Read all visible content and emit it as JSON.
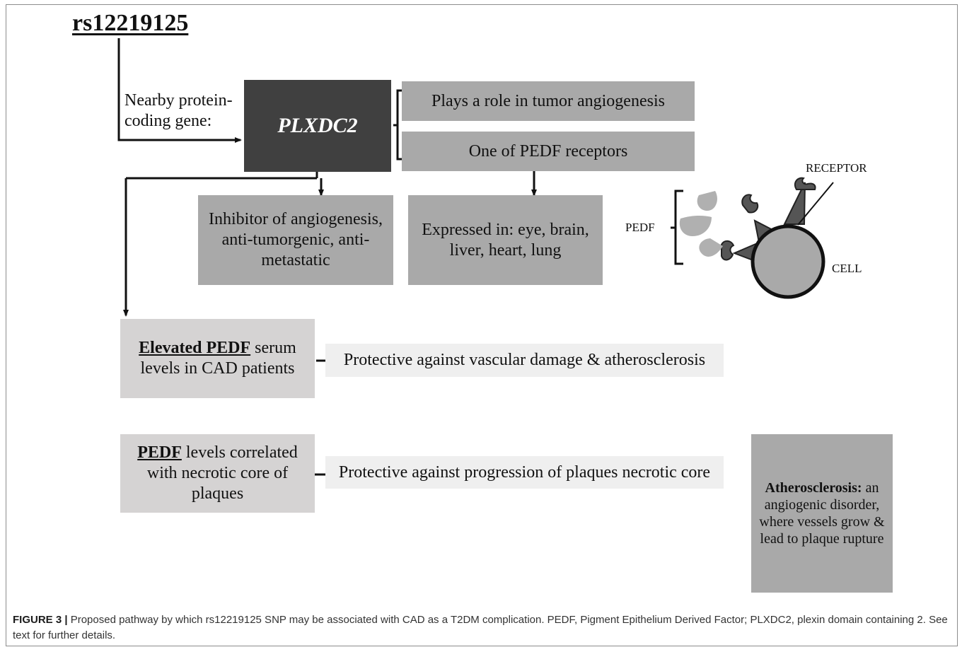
{
  "title": "rs12219125",
  "nearby_label": "Nearby protein-coding gene:",
  "gene": "PLXDC2",
  "gene_roles": [
    "Plays a role in tumor angiogenesis",
    "One of PEDF receptors"
  ],
  "pedf_effects": [
    "Inhibitor of angiogenesis, anti-tumorgenic, anti-metastatic",
    "Expressed in: eye, brain, liver, heart, lung"
  ],
  "schematic": {
    "receptor_label": "RECEPTOR",
    "pedf_label": "PEDF",
    "cell_label": "CELL"
  },
  "findings": [
    {
      "highlight": "Elevated PEDF",
      "rest": " serum levels in CAD patients",
      "outcome": "Protective against vascular damage & atherosclerosis"
    },
    {
      "highlight": "PEDF",
      "rest": " levels correlated with necrotic core of plaques",
      "outcome": "Protective against progression of plaques necrotic core"
    }
  ],
  "atherosclerosis": {
    "term": "Atherosclerosis:",
    "text": " an angiogenic disorder, where vessels grow & lead to plaque rupture"
  },
  "caption": {
    "label": "FIGURE 3 |",
    "text": " Proposed pathway by which rs12219125 SNP may be associated with CAD as a T2DM complication. PEDF, Pigment Epithelium Derived Factor; PLXDC2, plexin domain containing 2. See text for further details."
  }
}
